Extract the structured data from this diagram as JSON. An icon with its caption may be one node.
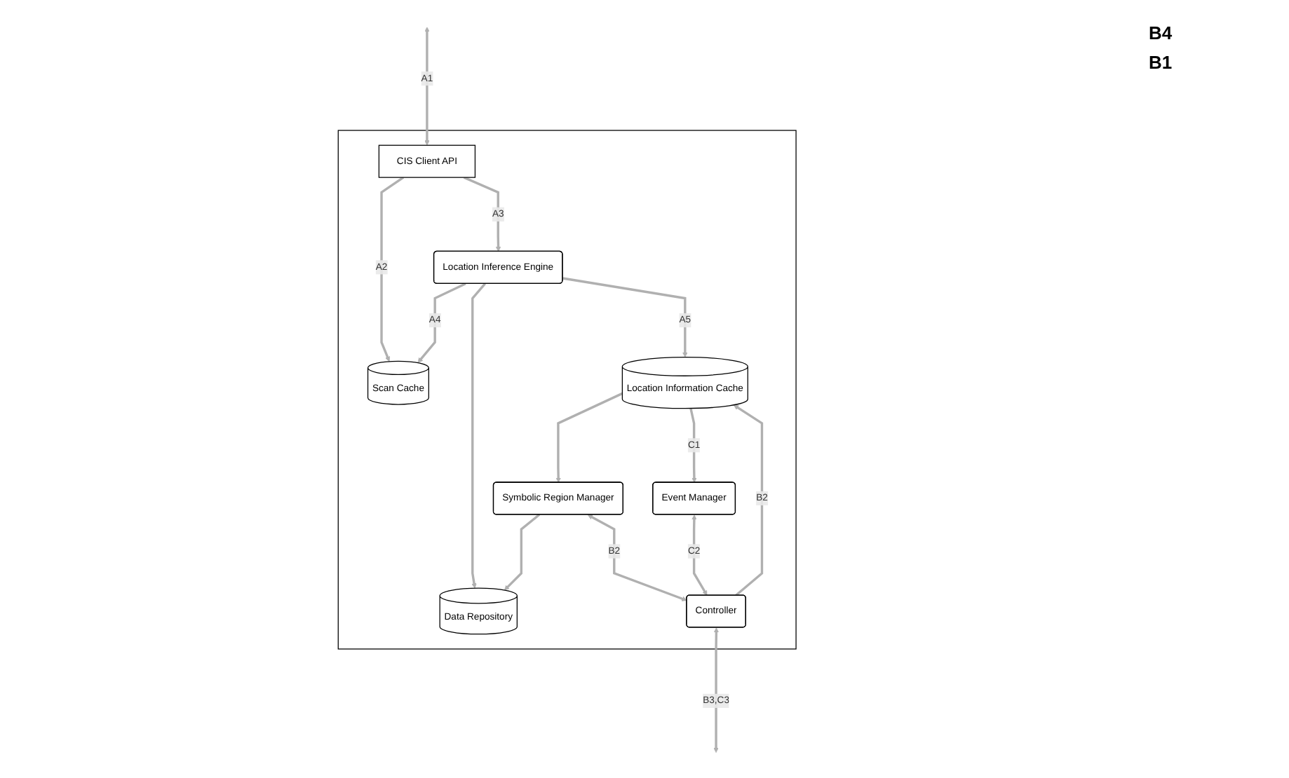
{
  "diagram": {
    "nodes": [
      {
        "text": [],
        "shape": "box"
      },
      {
        "text": [
          "CIS Client API"
        ],
        "in": 0
      },
      {
        "text": [
          "Location Inference Engine"
        ],
        "in": 0
      },
      {
        "text": [
          "Scan Cache"
        ],
        "in": 0
      },
      {
        "text": [
          "Data Repository"
        ],
        "in": 0
      },
      {
        "text": [
          "Symbolic Region Manager"
        ],
        "in": 0
      },
      {
        "text": [
          "Location Information Cache"
        ],
        "in": 0
      },
      {
        "text": [
          "Event Manager"
        ],
        "in": 0
      },
      {
        "text": [
          "Controller"
        ],
        "in": 0
      }
    ],
    "edges": [
      {
        "from": null,
        "to": 1,
        "arrow": "both",
        "label": "A1"
      },
      {
        "from": 1,
        "to": 2,
        "arrow": "to",
        "label": "A3"
      },
      {
        "from": 1,
        "to": 3,
        "arrow": "to",
        "label": "A2"
      },
      {
        "from": 2,
        "to": 3,
        "arrow": "to",
        "label": "A4"
      },
      {
        "from": 2,
        "to": 4,
        "arrow": "to"
      },
      {
        "from": 2,
        "to": 6,
        "arrow": "to",
        "label": "A5"
      },
      {
        "from": 6,
        "to": 5,
        "arrow": "to"
      },
      {
        "from": 6,
        "to": 7,
        "arrow": "to",
        "label": "C1"
      },
      {
        "from": 5,
        "to": 4,
        "arrow": "to"
      },
      {
        "from": 8,
        "to": 5,
        "arrow": "both",
        "label": "B2"
      },
      {
        "from": 8,
        "to": 6,
        "arrow": "to",
        "label": "B2"
      },
      {
        "from": 8,
        "to": 7,
        "arrow": "both",
        "label": "C2"
      },
      {
        "from": 8,
        "to": null,
        "arrow": "both",
        "label": "B3,C3"
      }
    ],
    "labels": [
      "B4",
      "B1"
    ]
  }
}
